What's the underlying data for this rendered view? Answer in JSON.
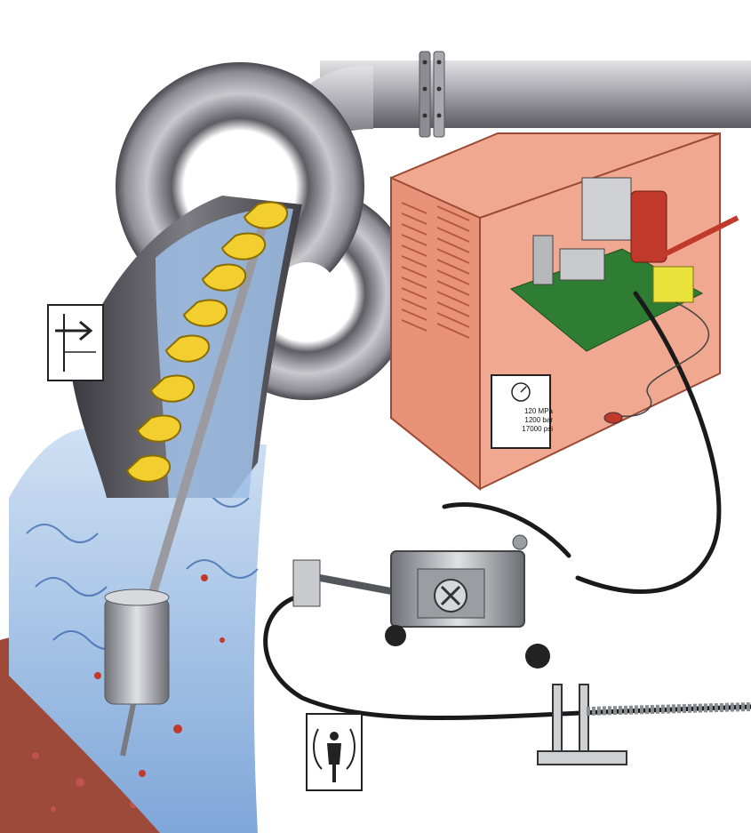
{
  "illustration": {
    "pressure_readout": {
      "mpa": "120 MPa",
      "bar": "1200 bar",
      "psi": "17000 psi"
    },
    "icons": [
      "gauge-icon",
      "flow-arrow-icon",
      "operator-safety-icon"
    ],
    "colors": {
      "pipe": "#a7a6ad",
      "enclosure": "#f1a890",
      "spiral_deposit": "#f2cf2e",
      "water_jet": "#7fa7d9",
      "soil": "#9e4a3a",
      "machinery": "#c0c2c6",
      "hose": "#1a1a1a"
    }
  }
}
